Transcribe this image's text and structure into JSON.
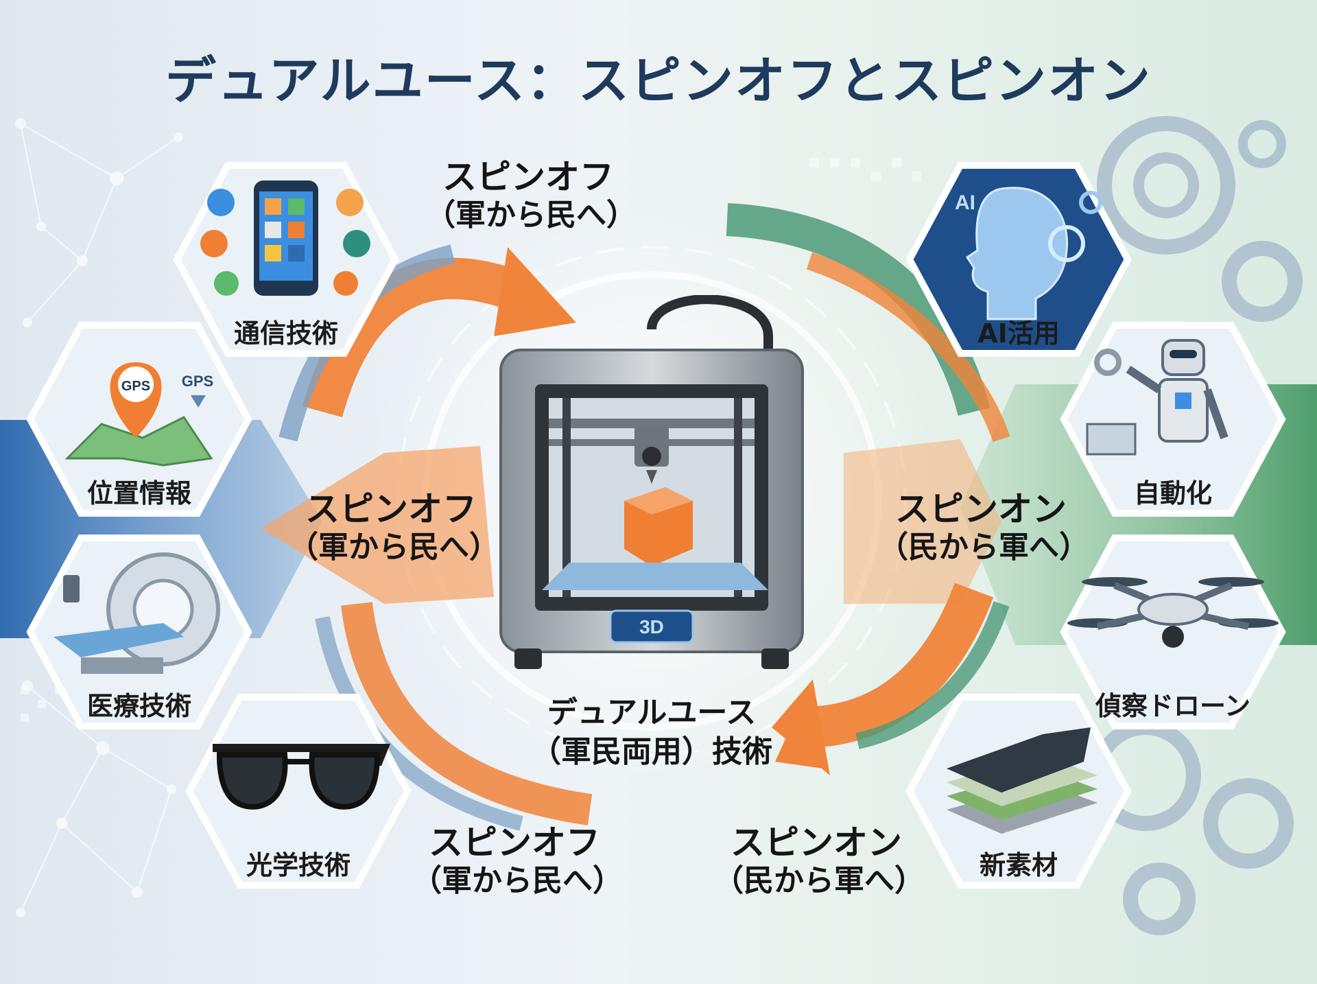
{
  "title": "デュアルユース：スピンオフとスピンオン",
  "center": {
    "line1": "デュアルユース",
    "line2": "（軍民両用）技術",
    "printer_badge": "3D"
  },
  "flows": {
    "spinoff_top": {
      "name": "スピンオフ",
      "direction": "（軍から民へ）"
    },
    "spinoff_middle": {
      "name": "スピンオフ",
      "direction": "（軍から民へ）"
    },
    "spinoff_bottom": {
      "name": "スピンオフ",
      "direction": "（軍から民へ）"
    },
    "spinon_middle": {
      "name": "スピンオン",
      "direction": "（民から軍へ）"
    },
    "spinon_bottom": {
      "name": "スピンオン",
      "direction": "（民から軍へ）"
    }
  },
  "left_items": [
    {
      "label": "通信技術",
      "icon": "smartphone-icon"
    },
    {
      "label": "位置情報",
      "icon": "gps-map-icon",
      "badge": "GPS",
      "badge2": "GPS"
    },
    {
      "label": "医療技術",
      "icon": "mri-scanner-icon"
    },
    {
      "label": "光学技術",
      "icon": "sunglasses-icon"
    }
  ],
  "right_items": [
    {
      "label": "AI活用",
      "icon": "ai-head-icon",
      "badge": "AI"
    },
    {
      "label": "自動化",
      "icon": "robot-icon"
    },
    {
      "label": "偵察ドローン",
      "icon": "drone-icon"
    },
    {
      "label": "新素材",
      "icon": "material-layers-icon"
    }
  ],
  "colors": {
    "title": "#1e3a5c",
    "spinoff_orange": "#f0843a",
    "spinon_green": "#4e9a78",
    "band_blue": "#2f6bb0",
    "band_green": "#5aa86f",
    "hex_border": "#ffffff"
  }
}
